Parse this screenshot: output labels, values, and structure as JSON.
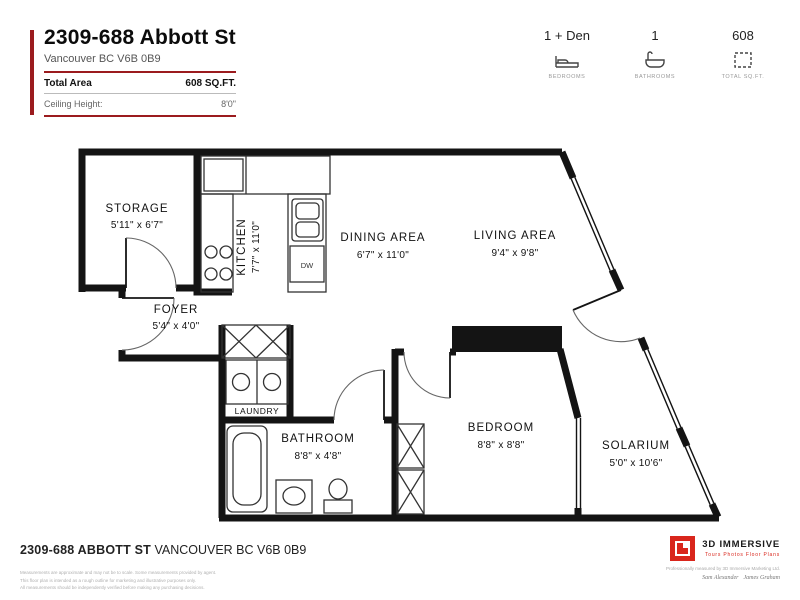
{
  "accent_color": "#9b1b1e",
  "logo_red": "#d9261c",
  "header": {
    "title": "2309-688 Abbott St",
    "subtitle": "Vancouver BC V6B 0B9",
    "area_label": "Total Area",
    "area_value": "608 SQ.FT.",
    "ceiling_label": "Ceiling Height:",
    "ceiling_value": "8'0\""
  },
  "stats": [
    {
      "value": "1 + Den",
      "label": "BEDROOMS",
      "icon": "bed-icon"
    },
    {
      "value": "1",
      "label": "BATHROOMS",
      "icon": "bathtub-icon"
    },
    {
      "value": "608",
      "label": "TOTAL SQ.FT.",
      "icon": "area-square-icon"
    }
  ],
  "rooms": {
    "storage": {
      "name": "STORAGE",
      "dims": "5'11\" x 6'7\""
    },
    "kitchen": {
      "name": "KITCHEN",
      "dims": "7'7\" x 11'0\""
    },
    "dining": {
      "name": "DINING AREA",
      "dims": "6'7\" x 11'0\""
    },
    "living": {
      "name": "LIVING AREA",
      "dims": "9'4\" x 9'8\""
    },
    "foyer": {
      "name": "FOYER",
      "dims": "5'4\" x 4'0\""
    },
    "laundry": {
      "name": "LAUNDRY"
    },
    "bathroom": {
      "name": "BATHROOM",
      "dims": "8'8\" x 4'8\""
    },
    "bedroom": {
      "name": "BEDROOM",
      "dims": "8'8\" x 8'8\""
    },
    "solarium": {
      "name": "SOLARIUM",
      "dims": "5'0\" x 10'6\""
    },
    "dishwasher_label": "DW"
  },
  "footer": {
    "address_bold": "2309-688 ABBOTT ST",
    "address_rest": " VANCOUVER BC V6B 0B9",
    "disclaimer1": "Measurements are approximate and may not be to scale. Some measurements provided by agent.",
    "disclaimer2": "This floor plan is intended as a rough outline for marketing and illustrative purposes only.",
    "disclaimer3": "All measurements should be independently verified before making any purchasing decisions.",
    "brand": "3D IMMERSIVE",
    "brand_tagline": "Tours   Photos   Floor Plans",
    "brand_line1": "Professionally measured by 3D Immersive Marketing Ltd.",
    "sig1": "Sam Alexander",
    "sig2": "James Graham"
  }
}
